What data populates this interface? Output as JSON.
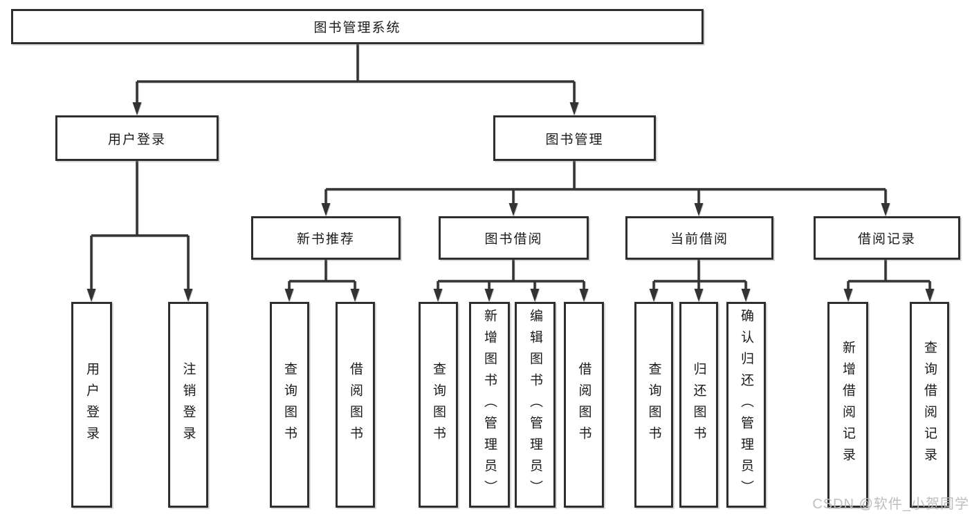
{
  "diagram_title": "图书管理系统",
  "tree": {
    "label": "图书管理系统",
    "children": [
      {
        "label": "用户登录",
        "children": [
          {
            "label": "用户登录"
          },
          {
            "label": "注销登录"
          }
        ]
      },
      {
        "label": "图书管理",
        "children": [
          {
            "label": "新书推荐",
            "children": [
              {
                "label": "查询图书"
              },
              {
                "label": "借阅图书"
              }
            ]
          },
          {
            "label": "图书借阅",
            "children": [
              {
                "label": "查询图书"
              },
              {
                "label": "新增图书（管理员）"
              },
              {
                "label": "编辑图书（管理员）"
              },
              {
                "label": "借阅图书"
              }
            ]
          },
          {
            "label": "当前借阅",
            "children": [
              {
                "label": "查询图书"
              },
              {
                "label": "归还图书"
              },
              {
                "label": "确认归还（管理员）"
              }
            ]
          },
          {
            "label": "借阅记录",
            "children": [
              {
                "label": "新增借阅记录"
              },
              {
                "label": "查询借阅记录"
              }
            ]
          }
        ]
      }
    ]
  },
  "watermark": "CSDN @软件_小贺同学",
  "colors": {
    "line": "#333333",
    "box_border": "#2e2e2e",
    "box_fill": "#ffffff",
    "text": "#1a1a1a",
    "watermark": "#bbbbbb",
    "background": "#ffffff"
  }
}
